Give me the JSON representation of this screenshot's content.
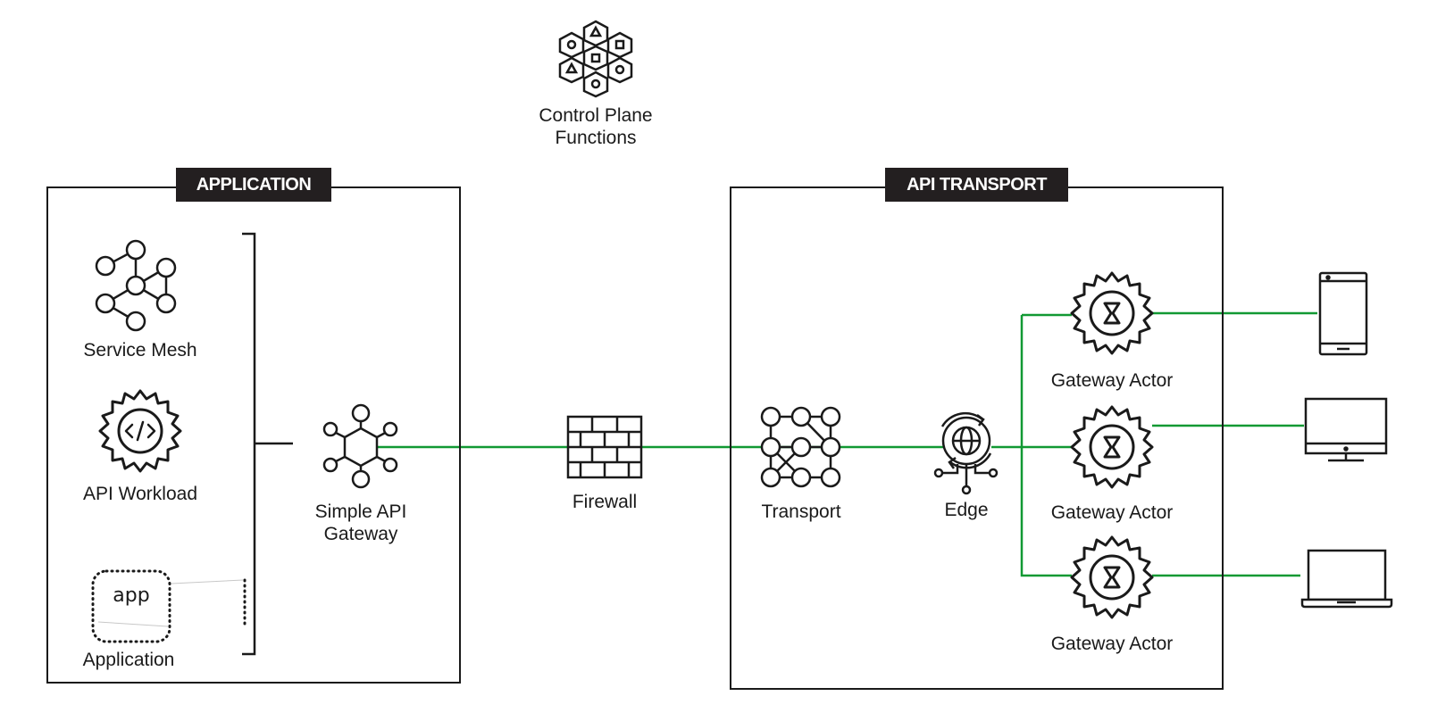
{
  "colors": {
    "link": "#119933",
    "stroke": "#1a1a1a",
    "tag_bg": "#231f20"
  },
  "control_plane": {
    "icon": "hexagon-cluster-icon",
    "line1": "Control Plane",
    "line2": "Functions"
  },
  "application_box": {
    "title": "APPLICATION",
    "service_mesh": {
      "icon": "service-mesh-icon",
      "label": "Service Mesh"
    },
    "api_workload": {
      "icon": "code-gear-icon",
      "label": "API Workload"
    },
    "application": {
      "icon": "app-icon",
      "icon_text": "app",
      "label": "Application"
    },
    "gateway": {
      "icon": "hexagon-network-icon",
      "line1": "Simple API",
      "line2": "Gateway"
    }
  },
  "firewall": {
    "icon": "brick-wall-icon",
    "label": "Firewall"
  },
  "transport_box": {
    "title": "API TRANSPORT",
    "transport": {
      "icon": "transport-network-icon",
      "label": "Transport"
    },
    "edge": {
      "icon": "globe-edge-icon",
      "label": "Edge"
    },
    "actors": [
      {
        "icon": "hourglass-gear-icon",
        "label": "Gateway Actor"
      },
      {
        "icon": "hourglass-gear-icon",
        "label": "Gateway Actor"
      },
      {
        "icon": "hourglass-gear-icon",
        "label": "Gateway Actor"
      }
    ]
  },
  "devices": [
    {
      "icon": "mobile-phone-icon"
    },
    {
      "icon": "desktop-monitor-icon"
    },
    {
      "icon": "laptop-icon"
    }
  ]
}
